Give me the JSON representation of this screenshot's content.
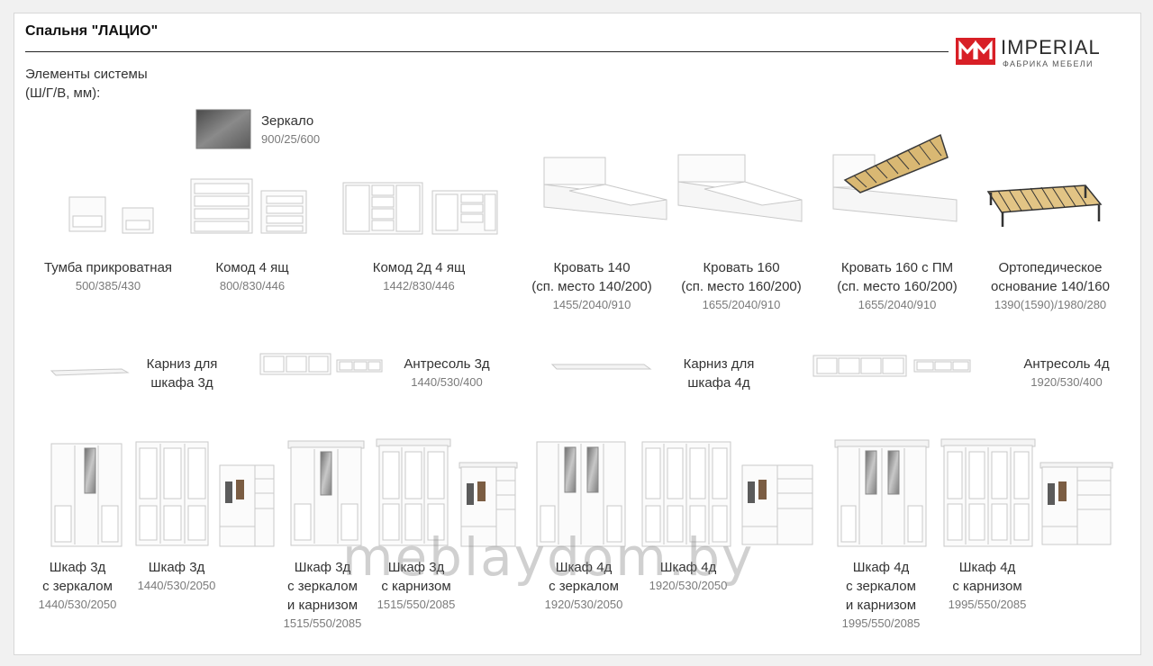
{
  "header": {
    "title": "Спальня \"ЛАЦИО\"",
    "intro_line1": "Элементы системы",
    "intro_line2": "(Ш/Г/В, мм):"
  },
  "brand": {
    "name": "IMPERIAL",
    "tagline": "ФАБРИКА МЕБЕЛИ",
    "color": "#d81f26"
  },
  "watermark": "meblaydom.by",
  "items": {
    "mirror": {
      "name": "Зеркало",
      "dims": "900/25/600"
    },
    "nightstand": {
      "name": "Тумба прикроватная",
      "dims": "500/385/430"
    },
    "dresser4": {
      "name": "Комод 4 ящ",
      "dims": "800/830/446"
    },
    "dresser2d4": {
      "name": "Комод 2д 4 ящ",
      "dims": "1442/830/446"
    },
    "bed140": {
      "name1": "Кровать 140",
      "name2": "(сп. место 140/200)",
      "dims": "1455/2040/910"
    },
    "bed160": {
      "name1": "Кровать 160",
      "name2": "(сп. место 160/200)",
      "dims": "1655/2040/910"
    },
    "bed160pm": {
      "name1": "Кровать 160 с ПМ",
      "name2": "(сп. место 160/200)",
      "dims": "1655/2040/910"
    },
    "ortho": {
      "name1": "Ортопедическое",
      "name2": "основание 140/160",
      "dims": "1390(1590)/1980/280"
    },
    "cornice3": {
      "name1": "Карниз для",
      "name2": "шкафа 3д"
    },
    "antresol3": {
      "name": "Антресоль 3д",
      "dims": "1440/530/400"
    },
    "cornice4": {
      "name1": "Карниз для",
      "name2": "шкафа 4д"
    },
    "antresol4": {
      "name": "Антресоль 4д",
      "dims": "1920/530/400"
    },
    "wardrobe3m": {
      "name1": "Шкаф 3д",
      "name2": "с зеркалом",
      "dims": "1440/530/2050"
    },
    "wardrobe3": {
      "name1": "Шкаф 3д",
      "dims": "1440/530/2050"
    },
    "wardrobe3mc": {
      "name1": "Шкаф 3д",
      "name2": "с зеркалом",
      "name3": "и карнизом",
      "dims": "1515/550/2085"
    },
    "wardrobe3c": {
      "name1": "Шкаф 3д",
      "name2": "с карнизом",
      "dims": "1515/550/2085"
    },
    "wardrobe4m": {
      "name1": "Шкаф 4д",
      "name2": "с зеркалом",
      "dims": "1920/530/2050"
    },
    "wardrobe4": {
      "name1": "Шкаф 4д",
      "dims": "1920/530/2050"
    },
    "wardrobe4mc": {
      "name1": "Шкаф 4д",
      "name2": "с зеркалом",
      "name3": "и карнизом",
      "dims": "1995/550/2085"
    },
    "wardrobe4c": {
      "name1": "Шкаф 4д",
      "name2": "с карнизом",
      "dims": "1995/550/2085"
    }
  }
}
